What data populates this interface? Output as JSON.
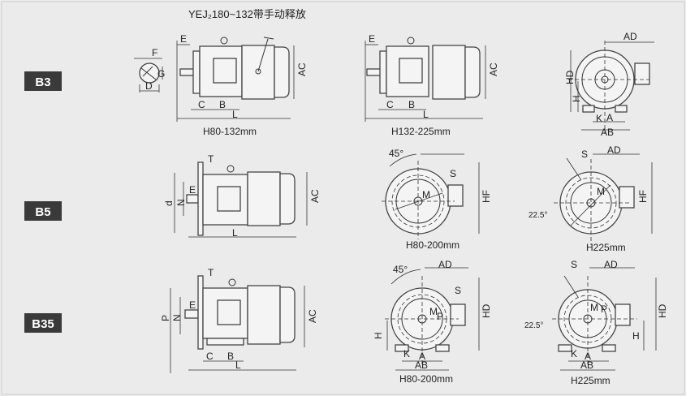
{
  "title": "YEJ₂180~132带手动释放",
  "rows": {
    "b3": "B3",
    "b5": "B5",
    "b35": "B35"
  },
  "captions": {
    "b3_side_small": "H80-132mm",
    "b3_side_large": "H132-225mm",
    "b5_end_small": "H80-200mm",
    "b5_end_large": "H225mm",
    "b35_end_small": "H80-200mm",
    "b35_end_large": "H225mm"
  },
  "dims": {
    "E": "E",
    "F": "F",
    "G": "G",
    "D": "D",
    "C": "C",
    "B": "B",
    "L": "L",
    "AC": "AC",
    "AD": "AD",
    "HD": "HD",
    "H": "H",
    "K": "K",
    "A": "A",
    "AB": "AB",
    "T": "T",
    "N": "N",
    "d": "d",
    "P": "P",
    "M": "M",
    "S": "S",
    "HF": "HF",
    "angle45": "45°",
    "angle22": "22.5°"
  }
}
